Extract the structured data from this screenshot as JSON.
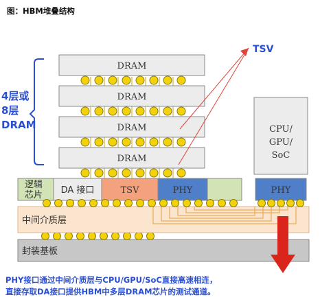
{
  "title": "图：HBM堆叠结构",
  "side_label": {
    "line1": "4层或",
    "line2": "8层",
    "line3": "DRAM"
  },
  "tsv_callout": "TSV",
  "dram_layers": [
    "DRAM",
    "DRAM",
    "DRAM",
    "DRAM"
  ],
  "logic_die": {
    "label_line1": "逻辑",
    "label_line2": "芯片",
    "da_interface": "DA 接口",
    "tsv": "TSV",
    "phy": "PHY"
  },
  "processor": {
    "line1": "CPU/",
    "line2": "GPU/",
    "line3": "SoC",
    "phy": "PHY"
  },
  "interposer": "中间介质层",
  "substrate": "封装基板",
  "caption": {
    "line1": "PHY接口通过中间介质层与CPU/GPU/SoC直接高速相连，",
    "line2": "直接存取DA接口提供HBM中多层DRAM芯片的测试通道。"
  },
  "colors": {
    "dram_fill": "#ececec",
    "bump_fill": "#f2d20a",
    "tsv_block": "#f4a17d",
    "phy_block": "#4f7fc9",
    "logic_fill": "#d2e4b6",
    "interposer_fill": "#fbe5cf",
    "substrate_fill": "#c7c7c7",
    "arrow_red": "#d9251c",
    "accent_blue": "#2a4fd0"
  }
}
